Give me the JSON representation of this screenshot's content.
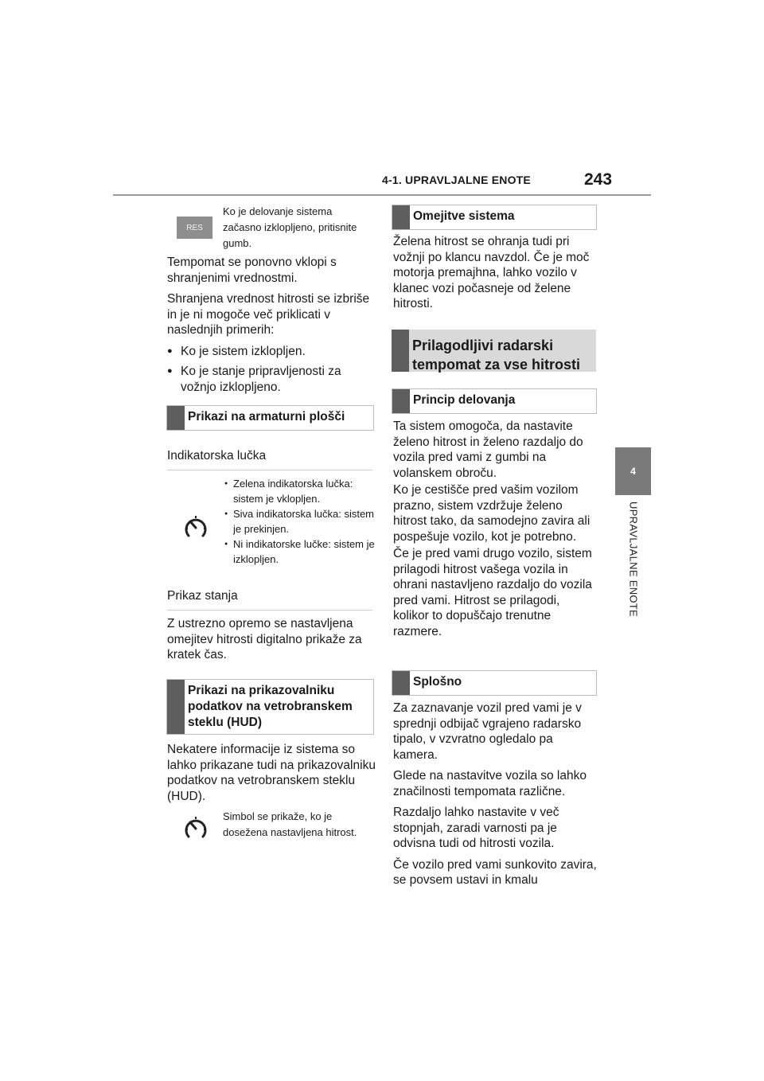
{
  "header": {
    "section": "4-1. UPRAVLJALNE ENOTE",
    "page_number": "243"
  },
  "side_tab": {
    "number": "4",
    "label": "UPRAVLJALNE ENOTE"
  },
  "left": {
    "res_button": "RES",
    "res_note": "Ko je delovanje sistema začasno izklopljeno, pritisnite gumb.",
    "p1": "Tempomat se ponovno vklopi s shranjenimi vrednostmi.",
    "p2": "Shranjena vrednost hitrosti se izbriše in je ni mogoče več priklicati v naslednjih primerih:",
    "bullets": [
      "Ko je sistem izklopljen.",
      "Ko je stanje pripravljenosti za vožnjo izklopljeno."
    ],
    "sec1": "Prikazi na armaturni plošči",
    "sub1": "Indikatorska lučka",
    "indicator_items": [
      "Zelena indikatorska lučka: sistem je vklopljen.",
      "Siva indikatorska lučka: sistem je prekinjen.",
      "Ni indikatorske lučke: sistem je izklopljen."
    ],
    "sub2": "Prikaz stanja",
    "p3": "Z ustrezno opremo se nastavljena omejitev hitrosti digitalno prikaže za kratek čas.",
    "sec2": "Prikazi na prikazovalniku podatkov na vetrobranskem steklu (HUD)",
    "p4": "Nekatere informacije iz sistema so lahko prikazane tudi na prikazovalniku podatkov na vetrobranskem steklu (HUD).",
    "hud_note": "Simbol se prikaže, ko je dosežena nastavljena hitrost."
  },
  "right": {
    "sec1": "Omejitve sistema",
    "p1": "Želena hitrost se ohranja tudi pri vožnji po klancu navzdol. Če je moč motorja premajhna, lahko vozilo v klanec vozi počasneje od želene hitrosti.",
    "sec_grey": "Prilagodljivi radarski tempomat za vse hitrosti",
    "sec2": "Princip delovanja",
    "p2": "Ta sistem omogoča, da nastavite želeno hitrost in želeno razdaljo do vozila pred vami z gumbi na volanskem obroču.",
    "p3": "Ko je cestišče pred vašim vozilom prazno, sistem vzdržuje želeno hitrost tako, da samodejno zavira ali pospešuje vozilo, kot je potrebno.",
    "p4": "Če je pred vami drugo vozilo, sistem prilagodi hitrost vašega vozila in ohrani nastavljeno razdaljo do vozila pred vami. Hitrost se prilagodi, kolikor to dopuščajo trenutne razmere.",
    "sec3": "Splošno",
    "p5": "Za zaznavanje vozil pred vami je v sprednji odbijač vgrajeno radarsko tipalo, v vzvratno ogledalo pa kamera.",
    "p6": "Glede na nastavitve vozila so lahko značilnosti tempomata različne.",
    "p7": "Razdaljo lahko nastavite v več stopnjah, zaradi varnosti pa je odvisna tudi od hitrosti vozila.",
    "p8": "Če vozilo pred vami sunkovito zavira, se povsem ustavi in kmalu"
  }
}
